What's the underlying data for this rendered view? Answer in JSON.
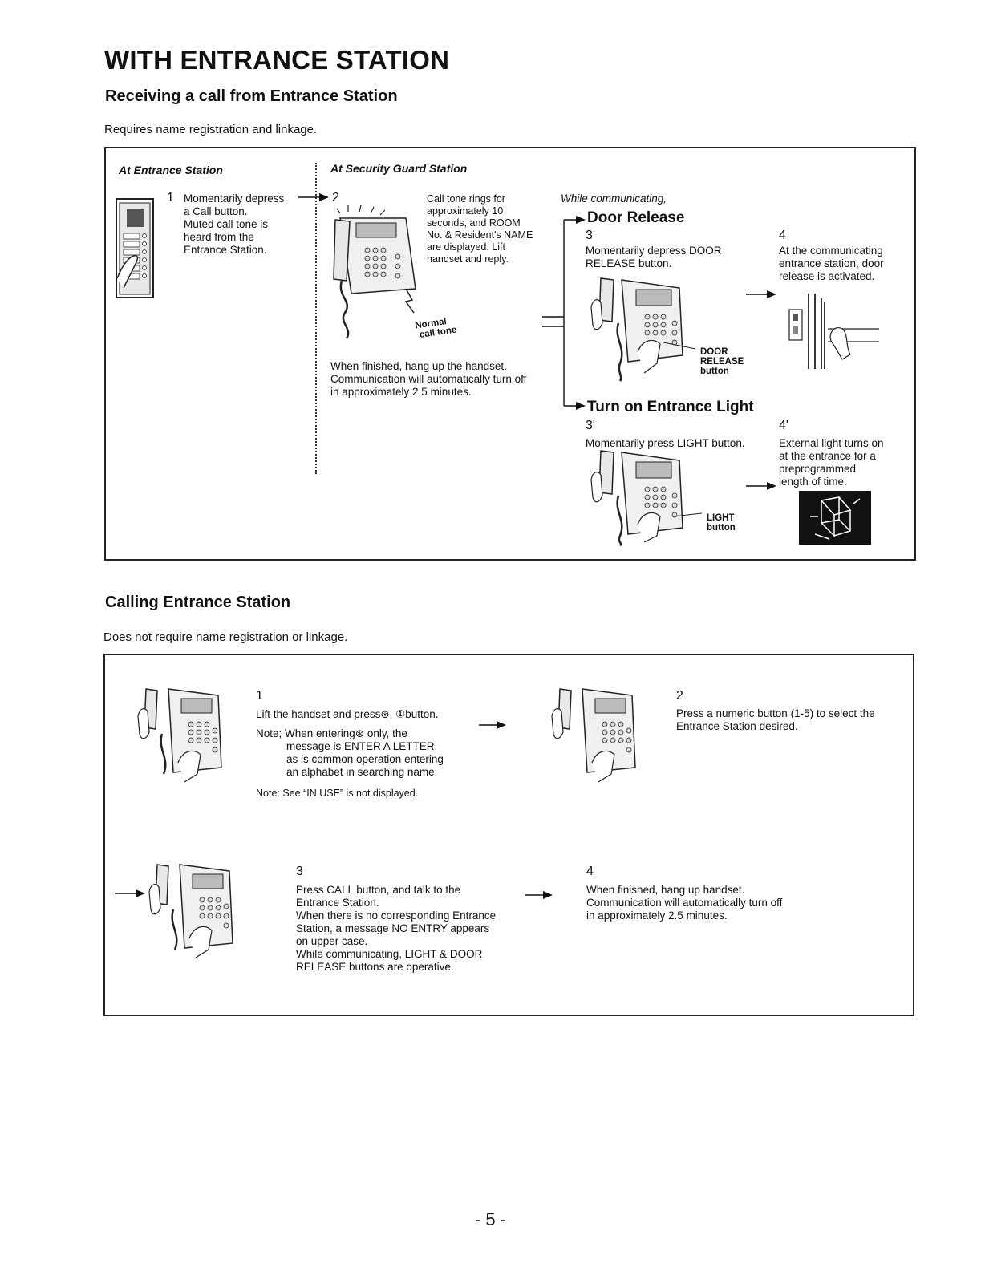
{
  "title": "WITH ENTRANCE STATION",
  "receiving": {
    "heading": "Receiving a call from Entrance Station",
    "intro": "Requires name registration and linkage.",
    "col_entrance": "At Entrance Station",
    "col_guard": "At Security Guard Station",
    "step1_num": "1",
    "step1_text": [
      "Momentarily depress",
      "a Call button.",
      "Muted call tone is",
      "heard from the",
      "Entrance Station."
    ],
    "step2_num": "2",
    "step2_text": [
      "Call tone rings for",
      "approximately 10",
      "seconds, and ROOM",
      "No. & Resident's NAME",
      "are displayed. Lift",
      "handset and reply."
    ],
    "normal_tone": [
      "Normal",
      "call tone"
    ],
    "finish_text": [
      "When finished, hang up the handset.",
      "Communication will automatically turn off",
      "in approximately 2.5 minutes."
    ],
    "while_comm": "While communicating,",
    "door_release": {
      "heading": "Door Release",
      "step3_num": "3",
      "step3_text": [
        "Momentarily depress DOOR",
        "RELEASE button."
      ],
      "step4_num": "4",
      "step4_text": [
        "At the communicating",
        "entrance station, door",
        "release is activated."
      ],
      "button_label": [
        "DOOR",
        "RELEASE",
        "button"
      ]
    },
    "light": {
      "heading": "Turn on Entrance Light",
      "step3_num": "3'",
      "step3_text": "Momentarily press LIGHT button.",
      "step4_num": "4'",
      "step4_text": [
        "External light turns on",
        "at the entrance for a",
        "preprogrammed",
        "length of time."
      ],
      "button_label": [
        "LIGHT",
        "button"
      ]
    }
  },
  "calling": {
    "heading": "Calling Entrance Station",
    "intro": "Does not require name registration or linkage.",
    "step1_num": "1",
    "step1_line1": "Lift the handset and press⊛, ①button.",
    "step1_note": [
      "Note; When entering⊛ only, the",
      "message is ENTER A LETTER,",
      "as is common operation entering",
      "an alphabet in searching name."
    ],
    "step1_note2": "Note: See “IN USE” is not displayed.",
    "step2_num": "2",
    "step2_text": [
      "Press a numeric button (1-5) to select the",
      "Entrance Station desired."
    ],
    "step3_num": "3",
    "step3_text": [
      "Press CALL button, and talk to the",
      "Entrance Station.",
      "When there is no corresponding Entrance",
      "Station, a message NO ENTRY appears",
      "on upper case.",
      "While communicating, LIGHT & DOOR",
      "RELEASE buttons are operative."
    ],
    "step4_num": "4",
    "step4_text": [
      "When finished, hang up handset.",
      "Communication will automatically turn off",
      "in approximately 2.5 minutes."
    ]
  },
  "page_number": "- 5 -",
  "icons": [
    "entrance-panel-icon",
    "guard-station-phone-icon",
    "phone-handset-icon",
    "door-icon",
    "light-icon",
    "arrow-icon"
  ]
}
